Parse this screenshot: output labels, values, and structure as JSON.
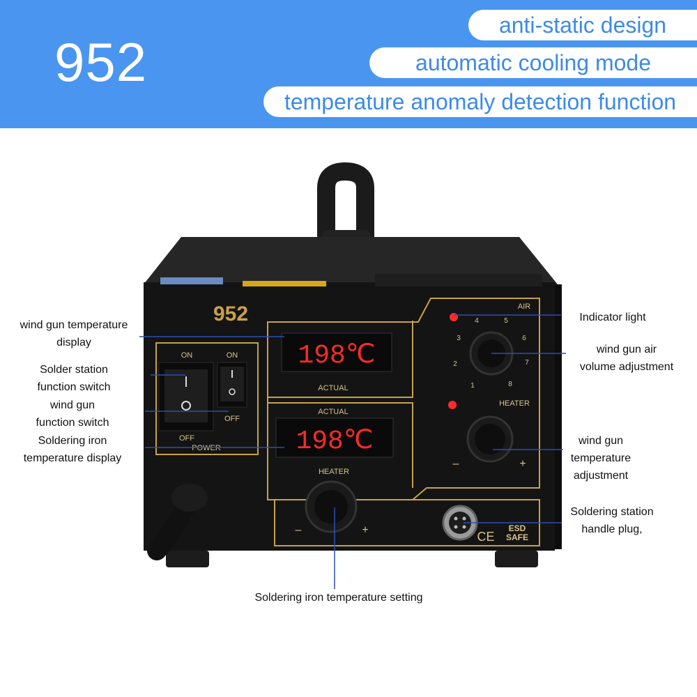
{
  "banner": {
    "model": "952",
    "features": [
      "anti-static design",
      "automatic cooling mode",
      "temperature anomaly detection function"
    ]
  },
  "device": {
    "brand_model": "952",
    "displays": {
      "top_value": "198℃",
      "top_caption": "ACTUAL",
      "bottom_caption": "ACTUAL",
      "bottom_value": "198℃"
    },
    "panel_text": {
      "air": "AIR",
      "heater_right": "HEATER",
      "heater_bottom": "HEATER",
      "power": "POWER",
      "on_left": "ON",
      "on_right": "ON",
      "off_left": "OFF",
      "off_right": "OFF",
      "dial_numbers": [
        "1",
        "2",
        "3",
        "4",
        "5",
        "6",
        "7",
        "8"
      ],
      "minus": "–",
      "plus": "+",
      "esd": "ESD",
      "safe": "SAFE"
    }
  },
  "callouts": {
    "wind_gun_temp_display_1": "wind gun temperature",
    "wind_gun_temp_display_2": "display",
    "solder_switch_1": "Solder station",
    "solder_switch_2": "function switch",
    "wind_gun_switch_1": "wind gun",
    "wind_gun_switch_2": "function switch",
    "iron_display_1": "Soldering iron",
    "iron_display_2": "temperature display",
    "indicator": "Indicator light",
    "air_volume_1": "wind gun air",
    "air_volume_2": "volume adjustment",
    "gun_temp_adj_1": "wind gun",
    "gun_temp_adj_2": "temperature",
    "gun_temp_adj_3": "adjustment",
    "handle_plug_1": "Soldering station",
    "handle_plug_2": "handle plug,",
    "iron_setting": "Soldering iron temperature setting"
  },
  "colors": {
    "banner": "#4a95f0",
    "pill_text": "#3d8ae8",
    "device_body": "#141414",
    "panel_gold": "#c8a24a",
    "led_red": "#ff2a2a",
    "callout_line": "#2b4fb3"
  }
}
